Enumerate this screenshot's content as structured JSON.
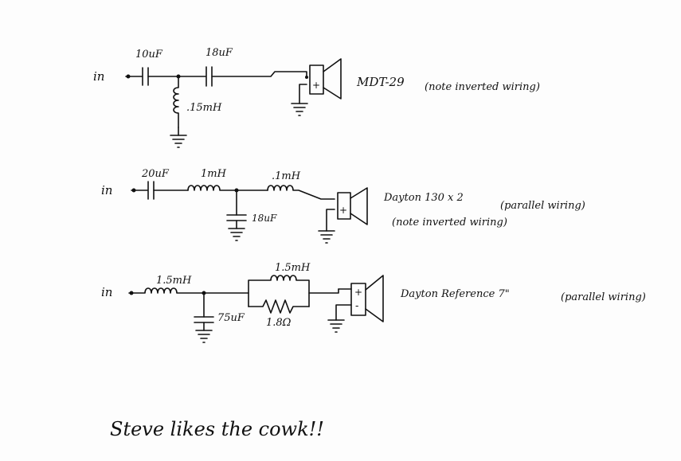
{
  "circuits": [
    {
      "input_label": "in",
      "component_labels": [
        "10uF",
        "18uF",
        ".15mH"
      ],
      "speaker_label": "MDT-29",
      "note": "(note inverted wiring)",
      "terminal_plus": "+"
    },
    {
      "input_label": "in",
      "component_labels": [
        "20uF",
        "1mH",
        ".1mH",
        "18uF"
      ],
      "speaker_label": "Dayton 130 x 2",
      "note": "(parallel wiring)",
      "note2": "(note inverted wiring)",
      "terminal_plus": "+"
    },
    {
      "input_label": "in",
      "component_labels": [
        "1.5mH",
        "1.5mH",
        "75uF",
        "1.8Ω"
      ],
      "speaker_label": "Dayton Reference 7\"",
      "note": "(parallel wiring)",
      "terminal_plus": "+",
      "terminal_minus": "-"
    }
  ],
  "footer_text": "Steve likes the cowk!!"
}
